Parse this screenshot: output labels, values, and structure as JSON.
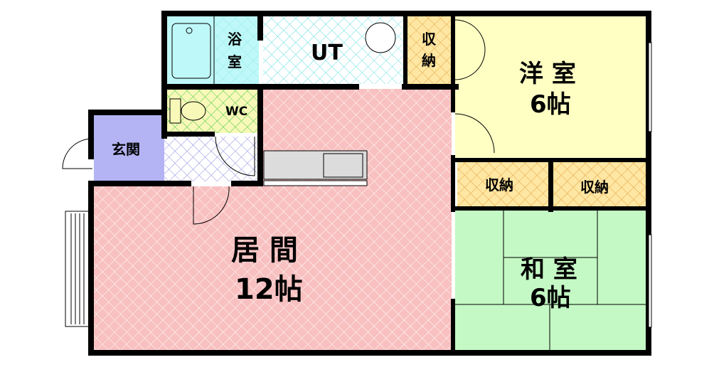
{
  "rooms": {
    "bath": "浴室",
    "bath_line1": "浴",
    "bath_line2": "室",
    "ut": "UT",
    "storage_small_line1": "収",
    "storage_small_line2": "納",
    "western_name": "洋 室",
    "western_size": "6帖",
    "wc": "WC",
    "entrance": "玄関",
    "storage_left": "収納",
    "storage_right": "収納",
    "living_name": "居 間",
    "living_size": "12帖",
    "japanese_name": "和 室",
    "japanese_size": "6帖"
  },
  "colors": {
    "bath": "#bff8f8",
    "ut": "#ffffff",
    "storage": "#ffe7a3",
    "western": "#ffffc4",
    "wc": "#f8f8b8",
    "entrance": "#b4b4f4",
    "hall": "#ffffff",
    "living": "#f8c0c0",
    "japanese": "#c4f8c4",
    "kitchen": "#dcdcdc"
  }
}
